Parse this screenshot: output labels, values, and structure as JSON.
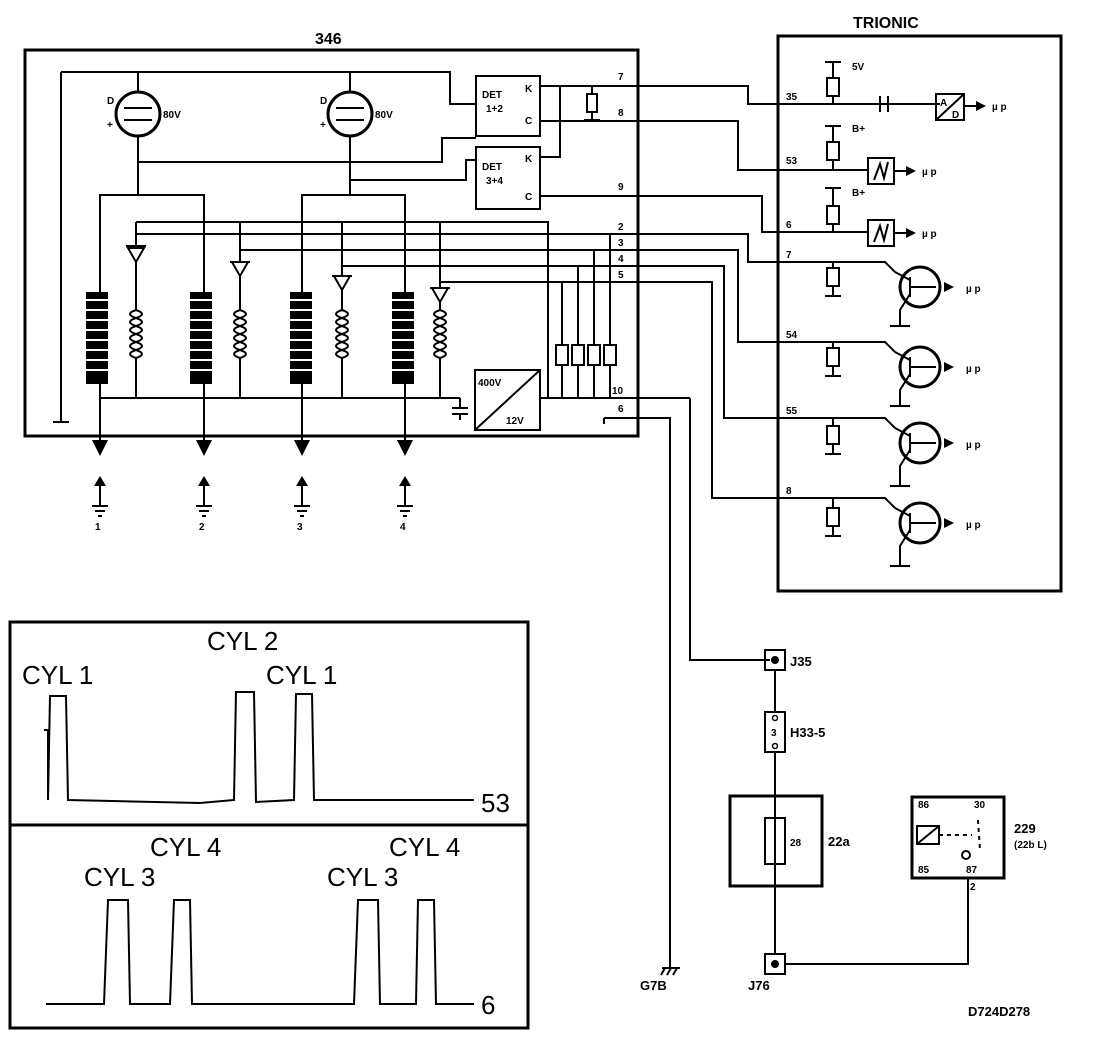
{
  "ignition_module": {
    "label": "346",
    "spark_gap_voltage": "80V",
    "spark_gap_polarity": [
      "D",
      "+"
    ],
    "detector_1": [
      "DET",
      "1+2"
    ],
    "detector_2": [
      "DET",
      "3+4"
    ],
    "detector_pins": [
      "K",
      "C"
    ],
    "converter": {
      "input": "400V",
      "output": "12V"
    },
    "outputs": [
      "1",
      "2",
      "3",
      "4"
    ],
    "pins": [
      "7",
      "8",
      "9",
      "2",
      "3",
      "4",
      "5",
      "10",
      "6"
    ]
  },
  "ecu": {
    "label": "TRIONIC",
    "supply_labels": [
      "5V",
      "B+",
      "B+"
    ],
    "pins": [
      "35",
      "53",
      "6",
      "7",
      "54",
      "55",
      "8"
    ],
    "micro_label": "µ p",
    "adc_labels": [
      "A",
      "D"
    ]
  },
  "connectors": {
    "j35": "J35",
    "h33": "H33-5",
    "h33_pin": "3",
    "fuse_box": "22a",
    "fuse_number": "28",
    "j76": "J76",
    "ground": "G7B"
  },
  "relay": {
    "label": "229",
    "sublabel": "(22b L)",
    "pins": [
      "86",
      "30",
      "85",
      "87"
    ],
    "wire": "2"
  },
  "waveform_53": {
    "channel": "53",
    "labels": [
      "CYL 1",
      "CYL 2",
      "CYL 1"
    ]
  },
  "waveform_6": {
    "channel": "6",
    "labels": [
      "CYL 4",
      "CYL 3",
      "CYL 4",
      "CYL 3"
    ]
  },
  "figure_id": "D724D278"
}
